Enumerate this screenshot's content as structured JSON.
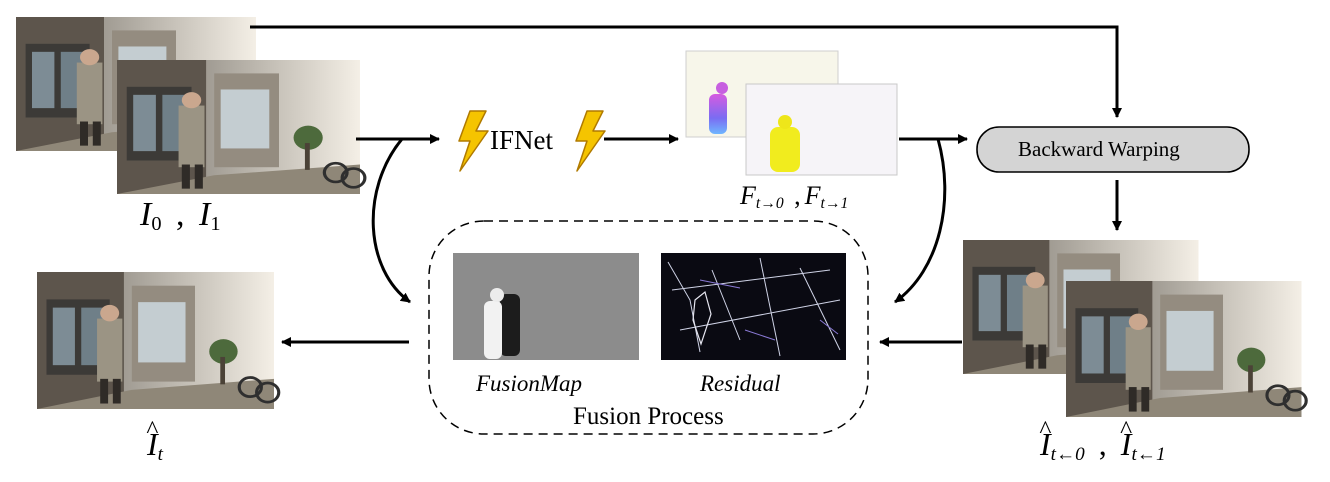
{
  "labels": {
    "ifnet": "IFNet",
    "backward_warping": "Backward Warping",
    "fusion_map": "FusionMap",
    "residual": "Residual",
    "fusion_process": "Fusion Process",
    "input_frames": {
      "i0_base": "I",
      "i0_sub": "0",
      "sep": ",",
      "i1_base": "I",
      "i1_sub": "1"
    },
    "flows": {
      "f0_base": "F",
      "f0_sub": "t→0",
      "sep": ",",
      "f1_base": "F",
      "f1_sub": "t→1"
    },
    "warped": {
      "hat": "^",
      "w0_base": "I",
      "w0_sub": "t←0",
      "sep": ",",
      "w1_base": "I",
      "w1_sub": "t←1"
    },
    "output": {
      "hat": "^",
      "base": "I",
      "sub": "t"
    }
  },
  "colors": {
    "lightning_fill": "#f5c400",
    "lightning_stroke": "#b07a00",
    "warp_box_fill": "#d4d4d4",
    "fusion_map_bg": "#8c8c8c",
    "residual_bg": "#0a0a12",
    "flow_bg": "#f6f4f8"
  },
  "icons": {
    "ifnet_left": "lightning-icon",
    "ifnet_right": "lightning-icon"
  }
}
